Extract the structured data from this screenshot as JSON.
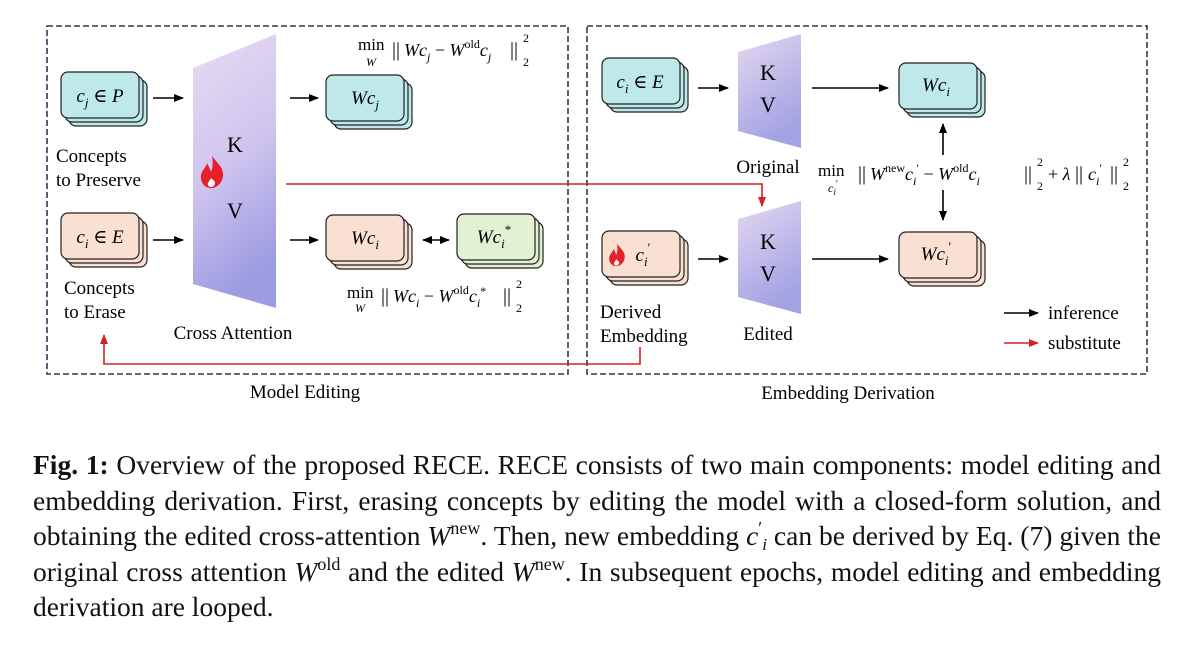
{
  "model_editing": {
    "section_label": "Model Editing",
    "preserve_card": "c_j ∈ P",
    "preserve_label_line1": "Concepts",
    "preserve_label_line2": "to Preserve",
    "erase_card": "c_i ∈ E",
    "erase_label_line1": "Concepts",
    "erase_label_line2": "to Erase",
    "cross_attention_label": "Cross Attention",
    "k_label": "K",
    "v_label": "V",
    "out_preserve": "Wc_j",
    "out_erase": "Wc_i",
    "out_target": "Wc_i*",
    "loss_top": "min_W ||Wc_j − W^old c_j||_2^2",
    "loss_bottom": "min_W ||Wc_i − W^old c_i*||_2^2"
  },
  "embedding_derivation": {
    "section_label": "Embedding Derivation",
    "top_card": "c_i ∈ E",
    "original_label": "Original",
    "edited_label": "Edited",
    "k_label": "K",
    "v_label": "V",
    "out_top": "Wc_i",
    "out_bottom": "Wc_i′",
    "derived_card": "c_i′",
    "derived_label_line1": "Derived",
    "derived_label_line2": "Embedding",
    "loss": "min_c_i′ ||W^new c_i′ − W^old c_i||_2^2 + λ||c_i′||_2^2"
  },
  "legend": {
    "inference": "inference",
    "substitute": "substitute"
  },
  "caption": {
    "label": "Fig. 1:",
    "part1": " Overview of the proposed RECE. RECE consists of two main components: model editing and embedding derivation. First, erasing concepts by editing the model with a closed-form solution, and obtaining the edited cross-attention ",
    "w_new_1": "W",
    "sup_new_1": "new",
    "part2": ". Then, new embedding ",
    "c_prime": "c",
    "c_prime_sup": "′",
    "c_prime_sub": "i",
    "part3": " can be derived by Eq. (7) given the original cross attention ",
    "w_old": "W",
    "sup_old": "old",
    "part4": " and the edited ",
    "w_new_2": "W",
    "sup_new_2": "new",
    "part5": ". In subsequent epochs, model editing and embedding derivation are looped."
  },
  "colors": {
    "cyan_card": "#bfe8ea",
    "peach_card": "#f9e0d2",
    "green_card": "#e3f1d3",
    "attention_top": "#e4d8f0",
    "attention_bottom": "#a7a6e4",
    "substitute_arrow": "#d62020",
    "inference_arrow": "#000000",
    "flame": "#e5202a"
  }
}
